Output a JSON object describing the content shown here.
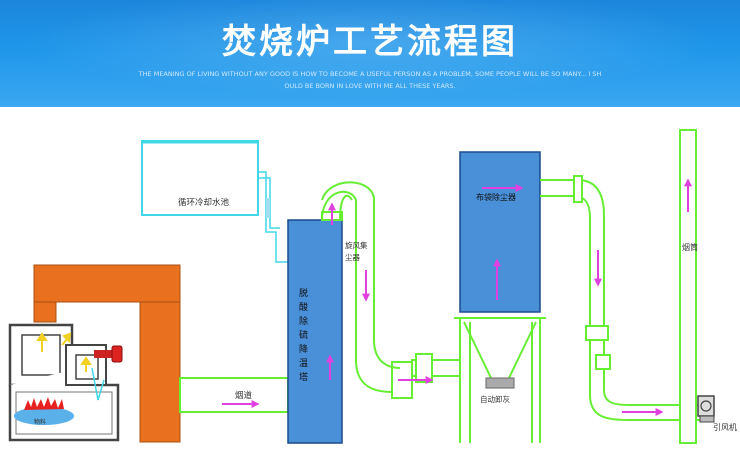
{
  "banner": {
    "title": "焚烧炉工艺流程图",
    "subtitle_line1": "THE MEANING OF LIVING WITHOUT ANY GOOD IS HOW TO BECOME A USEFUL PERSON AS A PROBLEM, SOME PEOPLE WILL BE SO MANY... I SH",
    "subtitle_line2": "OULD BE BORN IN LOVE WITH ME ALL THESE YEARS."
  },
  "labels": {
    "cooling_pool": "循环冷却水池",
    "flue": "烟道",
    "desulfur_tower": [
      "脱",
      "酸",
      "除",
      "硫",
      "降",
      "温",
      "塔"
    ],
    "cyclone_1": "旋风集",
    "cyclone_2": "尘器",
    "bag_filter": "布袋除尘器",
    "auto_ash": "自动卸灰",
    "chimney": "烟筒",
    "fan": "引风机",
    "material": "物料"
  },
  "colors": {
    "banner_blue": "#1f96ea",
    "pipe_green": "#66ee33",
    "tower_blue": "#4a90d9",
    "furnace_orange": "#e8701f",
    "arrow_magenta": "#e040e0",
    "water_cyan": "#40d8e8"
  }
}
